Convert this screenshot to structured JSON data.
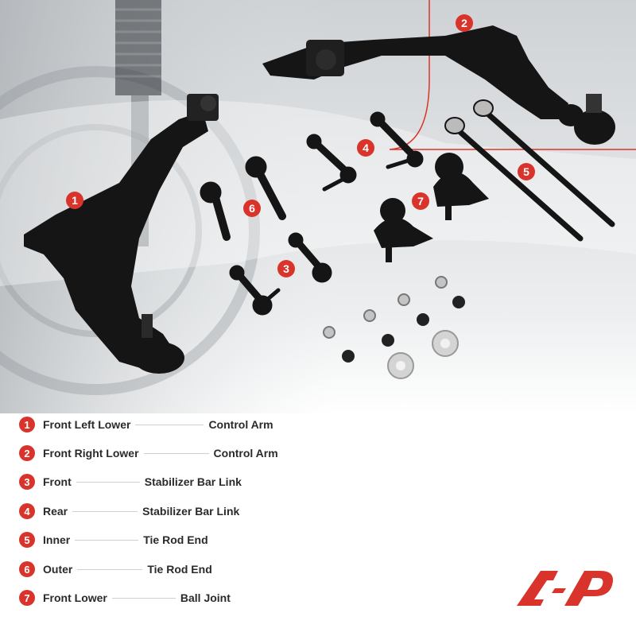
{
  "callouts": [
    "1",
    "2",
    "3",
    "4",
    "5",
    "6",
    "7"
  ],
  "legend": [
    {
      "num": "1",
      "left": "Front Left Lower",
      "right": "Control Arm"
    },
    {
      "num": "2",
      "left": "Front Right Lower",
      "right": "Control Arm"
    },
    {
      "num": "3",
      "left": "Front",
      "right": "Stabilizer Bar Link"
    },
    {
      "num": "4",
      "left": "Rear",
      "right": "Stabilizer Bar Link"
    },
    {
      "num": "5",
      "left": "Inner",
      "right": "Tie Rod End"
    },
    {
      "num": "6",
      "left": "Outer",
      "right": "Tie Rod End"
    },
    {
      "num": "7",
      "left": "Front Lower",
      "right": "Ball Joint"
    }
  ],
  "colors": {
    "accent": "#d9342b",
    "part": "#151515",
    "background": "#ffffff"
  }
}
